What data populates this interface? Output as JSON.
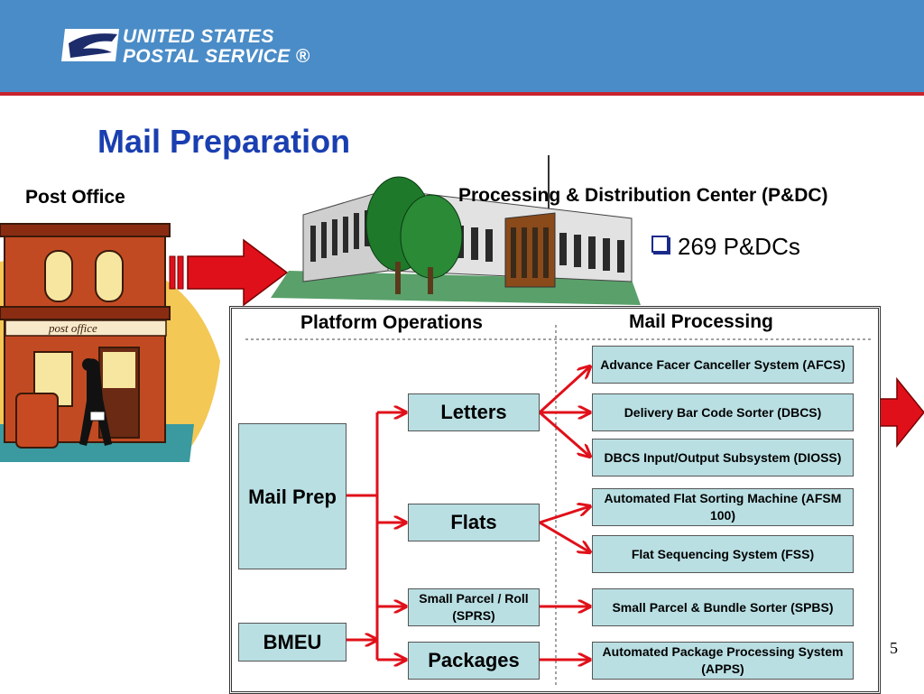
{
  "header": {
    "logo_line1": "UNITED STATES",
    "logo_line2": "POSTAL SERVICE ®",
    "band_color": "#4a8cc7",
    "rule_color": "#c8242f"
  },
  "title": "Mail Preparation",
  "labels": {
    "post_office": "Post Office",
    "post_office_sign": "post office",
    "pdc": "Processing & Distribution Center (P&DC)",
    "bullet": "269 P&DCs"
  },
  "panel": {
    "platform_heading": "Platform Operations",
    "processing_heading": "Mail Processing"
  },
  "sources": {
    "mail_prep": "Mail Prep",
    "bmeu": "BMEU"
  },
  "categories": {
    "letters": "Letters",
    "flats": "Flats",
    "sprs": "Small Parcel / Roll (SPRS)",
    "packages": "Packages"
  },
  "systems": {
    "afcs": "Advance Facer Canceller System (AFCS)",
    "dbcs": "Delivery Bar Code Sorter (DBCS)",
    "dioss": "DBCS Input/Output Subsystem (DIOSS)",
    "afsm": "Automated Flat Sorting Machine (AFSM 100)",
    "fss": "Flat Sequencing System  (FSS)",
    "spbs": "Small Parcel & Bundle Sorter (SPBS)",
    "apps": "Automated Package Processing System (APPS)"
  },
  "page_number": "5",
  "colors": {
    "node_fill": "#b9dfe3",
    "arrow": "#e0101a",
    "title": "#1a3fb0"
  }
}
